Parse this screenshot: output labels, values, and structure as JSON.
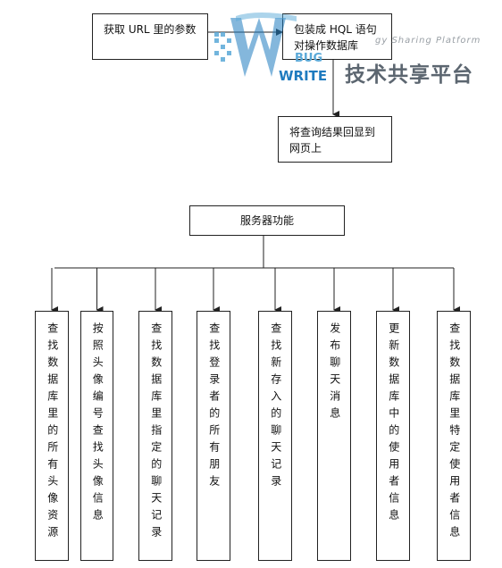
{
  "top_flow": {
    "box_left": "获取 URL 里的参数",
    "box_right": "包装成 HQL 语句对操作数据库",
    "box_bottom": "将查询结果回显到网页上"
  },
  "tree": {
    "root": "服务器功能",
    "children": [
      "查找数据库里的所有头像资源",
      "按照头像编号查找头像信息",
      "查找数据库里指定的聊天记录",
      "查找登录者的所有朋友",
      "查找新存入的聊天记录",
      "发布聊天消息",
      "更新数据库中的使用者信息",
      "查找数据库里特定使用者信息"
    ]
  },
  "watermark": {
    "letters": "W",
    "bug": "BUG",
    "write": "WRITE",
    "cn_name": "技术共享平台",
    "en_tagline": "gy Sharing Platform",
    "colors": {
      "blue_light": "#5aa9d8",
      "blue_dark": "#1f7bbf",
      "gray": "#5c6670"
    }
  }
}
